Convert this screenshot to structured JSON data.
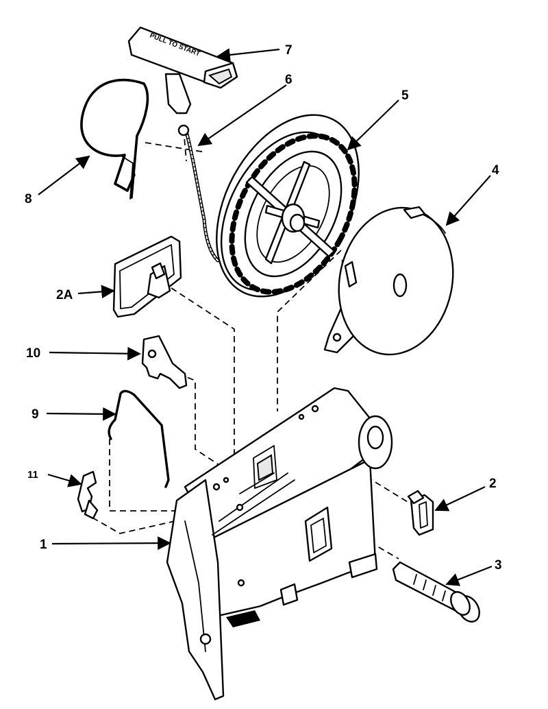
{
  "handle": {
    "embossed_text": "PULL TO START"
  },
  "callouts": [
    {
      "id": "c7",
      "label": "7"
    },
    {
      "id": "c6",
      "label": "6"
    },
    {
      "id": "c5",
      "label": "5"
    },
    {
      "id": "c4",
      "label": "4"
    },
    {
      "id": "c8",
      "label": "8"
    },
    {
      "id": "c2a",
      "label": "2A"
    },
    {
      "id": "c10",
      "label": "10"
    },
    {
      "id": "c9",
      "label": "9"
    },
    {
      "id": "c11",
      "label": "11"
    },
    {
      "id": "c2",
      "label": "2"
    },
    {
      "id": "c1",
      "label": "1"
    },
    {
      "id": "c3",
      "label": "3"
    }
  ]
}
